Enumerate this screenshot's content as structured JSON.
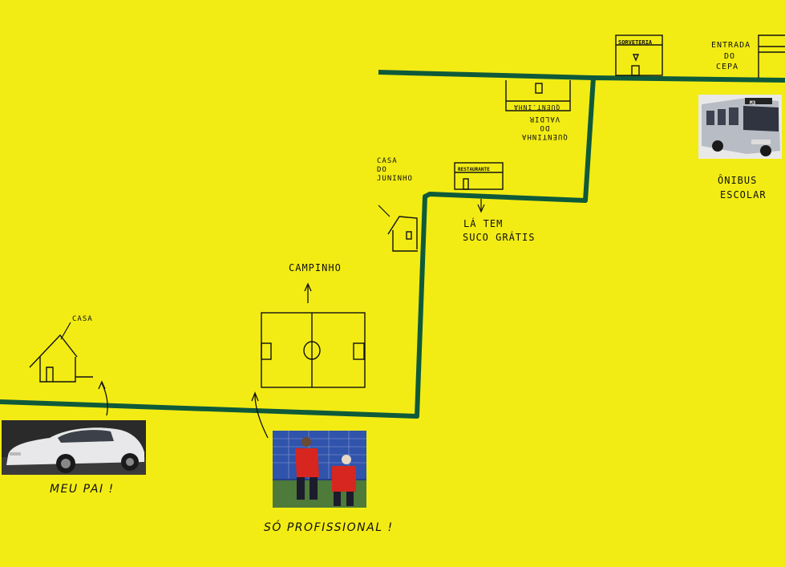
{
  "colors": {
    "poster": "#f2ec14",
    "route": "#0f5a3a",
    "ink": "#111111"
  },
  "labels": {
    "casa": "CASA",
    "campinho": "CAMPINHO",
    "casa_do_juninho": "CASA DO JUNINHO",
    "restaurante": "RESTAURANTE",
    "la_tem": "LÁ TEM",
    "suco_gratis": "SUCO GRÁTIS",
    "quentinha_line1": "QUENTINHA",
    "quentinha_line2": "DO",
    "quentinha_line3": "VALDIR",
    "quentinha_sign": "QUENT.INHA",
    "sorveteria": "SORVETERIA",
    "entrada_line1": "ENTRADA",
    "entrada_line2": "DO",
    "entrada_line3": "CEPA",
    "onibus_line1": "ÔNIBUS",
    "onibus_line2": "ESCOLAR",
    "meu_pai": "MEU PAI !",
    "so_profissional": "SÓ PROFISSIONAL !"
  },
  "photos": {
    "car": "car-photo",
    "players": "players-photo",
    "bus": "bus-photo",
    "bus_sign": "M3"
  }
}
